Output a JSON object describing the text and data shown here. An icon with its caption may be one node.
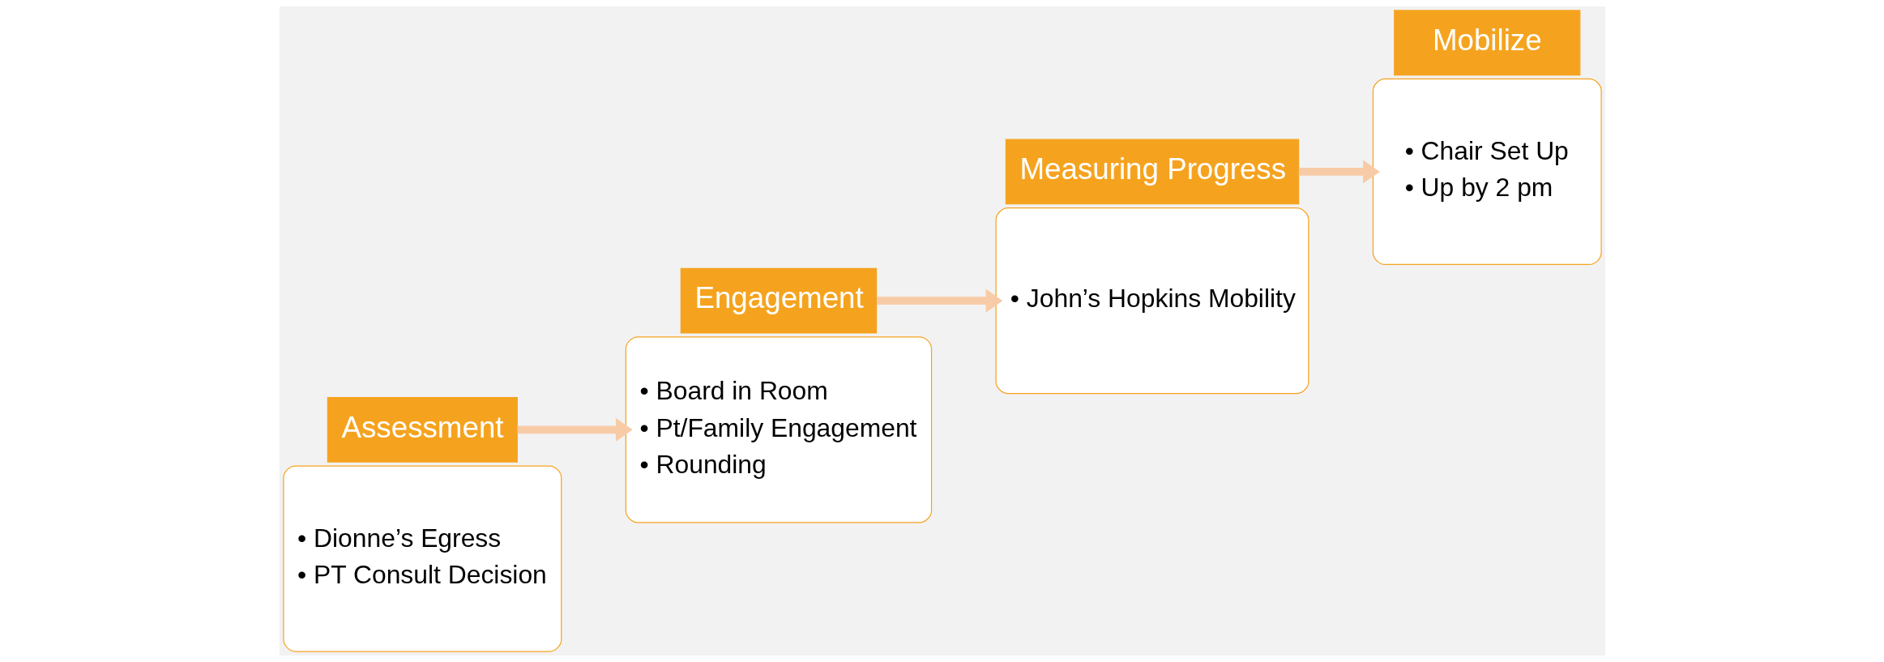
{
  "diagram": {
    "nodes": [
      {
        "text": [
          "• Dionne’s Egress",
          "• PT Consult Decision"
        ]
      },
      {
        "text": [
          "Assessment"
        ]
      },
      {
        "text": [
          "Engagement"
        ]
      },
      {
        "text": [
          "• Board in Room",
          "• Pt/Family Engagement",
          "• Rounding"
        ]
      },
      {
        "text": [
          "• John’s Hopkins Mobility"
        ]
      },
      {
        "text": [
          "Measuring Progress"
        ]
      },
      {
        "text": [
          "Mobilize"
        ]
      },
      {
        "text": [
          "• Chair Set Up",
          "• Up by 2 pm"
        ]
      }
    ],
    "edges": [
      {
        "from": 1,
        "to": 3,
        "arrow": "to"
      },
      {
        "from": 2,
        "to": 4,
        "arrow": "to"
      },
      {
        "from": 5,
        "to": 7,
        "arrow": "to"
      }
    ]
  }
}
